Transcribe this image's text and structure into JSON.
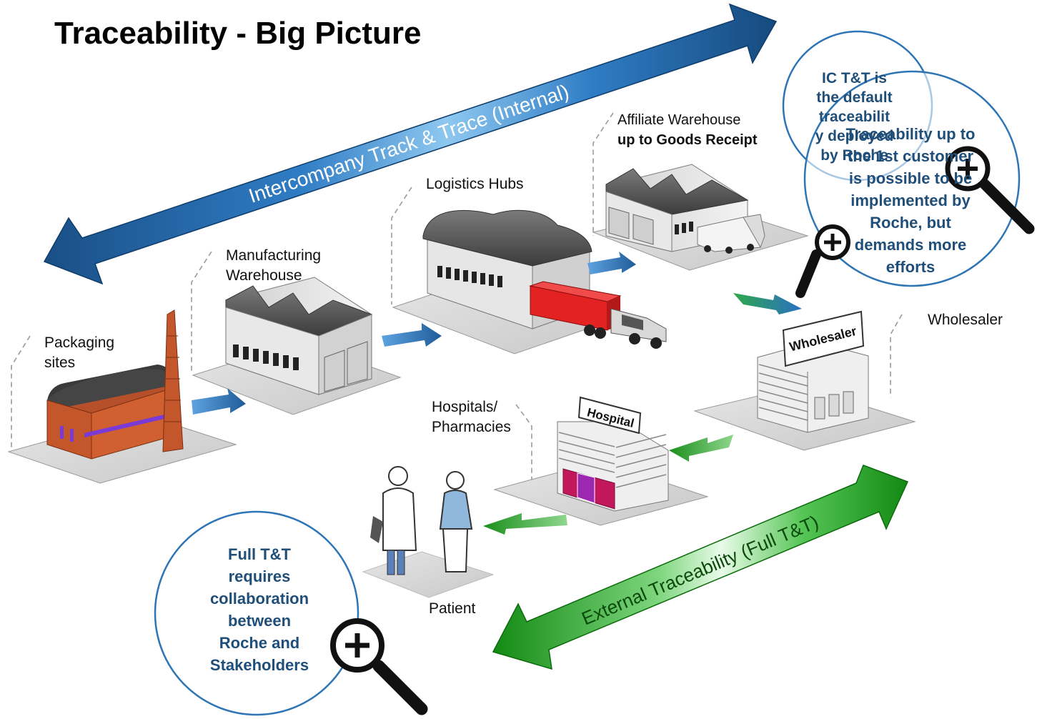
{
  "title": "Traceability - Big Picture",
  "arrows": {
    "internal": "Intercompany Track & Trace (Internal)",
    "external": "External Traceability (Full T&T)"
  },
  "nodes": {
    "packaging": [
      "Packaging",
      "sites"
    ],
    "manufacturing": [
      "Manufacturing",
      "Warehouse"
    ],
    "logistics": "Logistics Hubs",
    "affiliate": [
      "Affiliate Warehouse",
      "up to Goods Receipt"
    ],
    "wholesaler": "Wholesaler",
    "hospitals": [
      "Hospitals/",
      "Pharmacies"
    ],
    "patient": "Patient"
  },
  "signs": {
    "wholesaler": "Wholesaler",
    "hospital": "Hospital"
  },
  "callouts": {
    "ic_default": [
      "IC T&T is",
      "the default",
      "traceabilit",
      "y deployed",
      "by Roche"
    ],
    "first_customer": [
      "Traceability up to",
      "the 1st customer",
      "is possible to be",
      "implemented by",
      "Roche, but",
      "demands more",
      "efforts"
    ],
    "full_tt": [
      "Full T&T",
      "requires",
      "collaboration",
      "between",
      "Roche and",
      "Stakeholders"
    ]
  },
  "colors": {
    "internal_arrow": "#1f5c99",
    "external_arrow": "#1a8f1a",
    "callout_text": "#1f4e79",
    "callout_ring": "#2e75b6"
  },
  "icons": [
    "zoom-in-icon",
    "zoom-in-icon",
    "zoom-in-icon"
  ]
}
